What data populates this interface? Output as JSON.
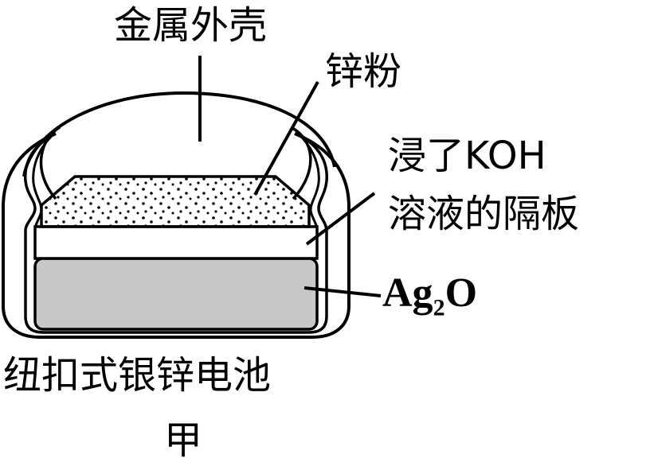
{
  "diagram": {
    "type": "cross-section",
    "subject": "button-type silver-zinc battery",
    "colors": {
      "stroke": "#000000",
      "ag2o_fill": "#c8c8c8",
      "background": "#ffffff"
    },
    "labels": {
      "metal_shell": "金属外壳",
      "zinc_powder": "锌粉",
      "separator_line1": "浸了KOH",
      "separator_line2": "溶液的隔板",
      "ag2o_main": "Ag",
      "ag2o_sub": "2",
      "ag2o_end": "O"
    },
    "caption": "纽扣式银锌电池",
    "figure_id": "甲"
  }
}
